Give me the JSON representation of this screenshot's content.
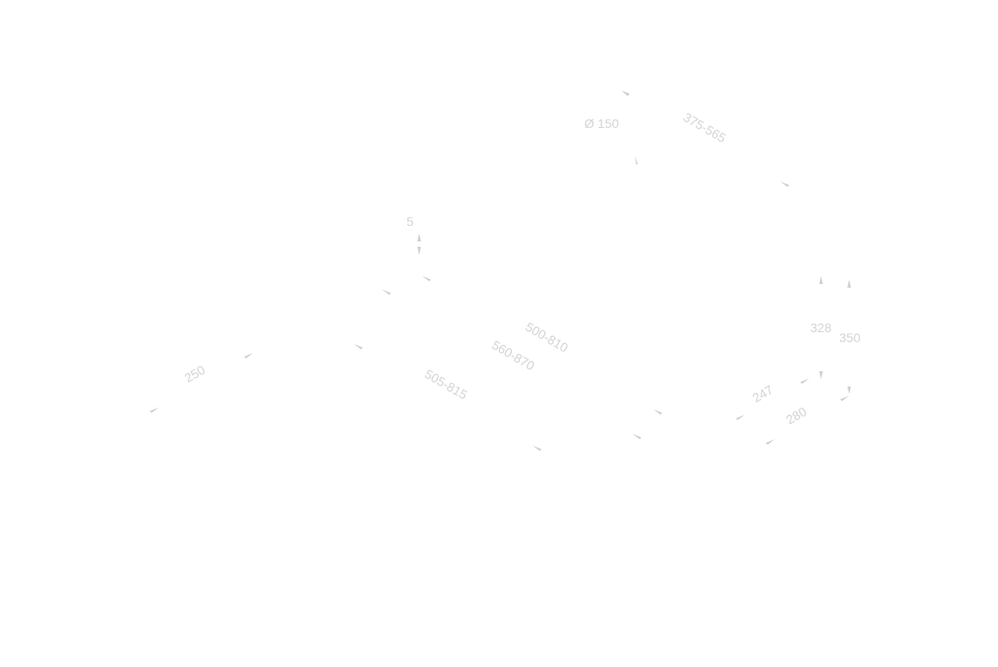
{
  "drawing": {
    "labels": {
      "diameter": "Ø 150",
      "chimney_height": "375-565",
      "glass_thickness": "5",
      "total_height_short": "500-810",
      "total_height_mid": "560-870",
      "total_height_long": "505-815",
      "hood_width": "250",
      "depth_outer": "350",
      "depth_inner": "328",
      "width_front": "280",
      "width_inner": "247"
    }
  }
}
